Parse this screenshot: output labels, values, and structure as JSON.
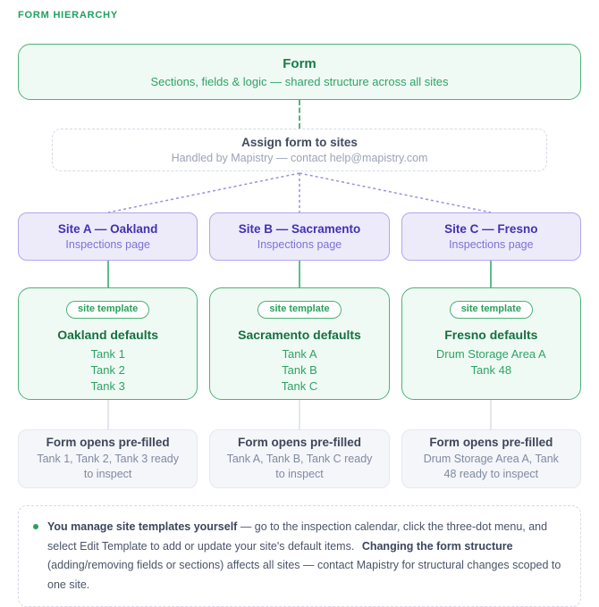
{
  "header": {
    "label": "FORM HIERARCHY"
  },
  "form_box": {
    "title": "Form",
    "subtitle": "Sections, fields & logic — shared structure across all sites"
  },
  "assign_box": {
    "title": "Assign form to sites",
    "subtitle": "Handled by Mapistry — contact help@mapistry.com"
  },
  "sites": [
    {
      "title": "Site A — Oakland",
      "subtitle": "Inspections page"
    },
    {
      "title": "Site B — Sacramento",
      "subtitle": "Inspections page"
    },
    {
      "title": "Site C — Fresno",
      "subtitle": "Inspections page"
    }
  ],
  "templates": [
    {
      "badge": "site template",
      "title": "Oakland defaults",
      "items": [
        "Tank 1",
        "Tank 2",
        "Tank 3"
      ]
    },
    {
      "badge": "site template",
      "title": "Sacramento defaults",
      "items": [
        "Tank A",
        "Tank B",
        "Tank C"
      ]
    },
    {
      "badge": "site template",
      "title": "Fresno defaults",
      "items": [
        "Drum Storage Area A",
        "Tank 48"
      ]
    }
  ],
  "prefilled": [
    {
      "title": "Form opens pre-filled",
      "subtitle": "Tank 1, Tank 2, Tank 3 ready to inspect"
    },
    {
      "title": "Form opens pre-filled",
      "subtitle": "Tank A, Tank B, Tank C ready to inspect"
    },
    {
      "title": "Form opens pre-filled",
      "subtitle": "Drum Storage Area A, Tank 48 ready to inspect"
    }
  ],
  "note": {
    "bold1": "You manage site templates yourself",
    "text1": "— go to the inspection calendar, click the three-dot menu, and select Edit Template to add or update your site's default items.",
    "bold2": "Changing the form structure",
    "text2": "(adding/removing fields or sections) affects all sites — contact Mapistry for structural changes scoped to one site."
  },
  "colors": {
    "green_accent": "#2aa05d",
    "green_border": "#4bb379",
    "green_bg": "#f0faf4",
    "green_dark": "#147140",
    "purple_border": "#b1a7ea",
    "purple_bg": "#edebfa",
    "purple_dark": "#4132b4",
    "purple_mid": "#7d71d8",
    "fan_line": "#9c8fe2",
    "slate_dark": "#414b5f",
    "gray_bg": "#f5f6fa",
    "gray_line": "#e4e6ec"
  }
}
